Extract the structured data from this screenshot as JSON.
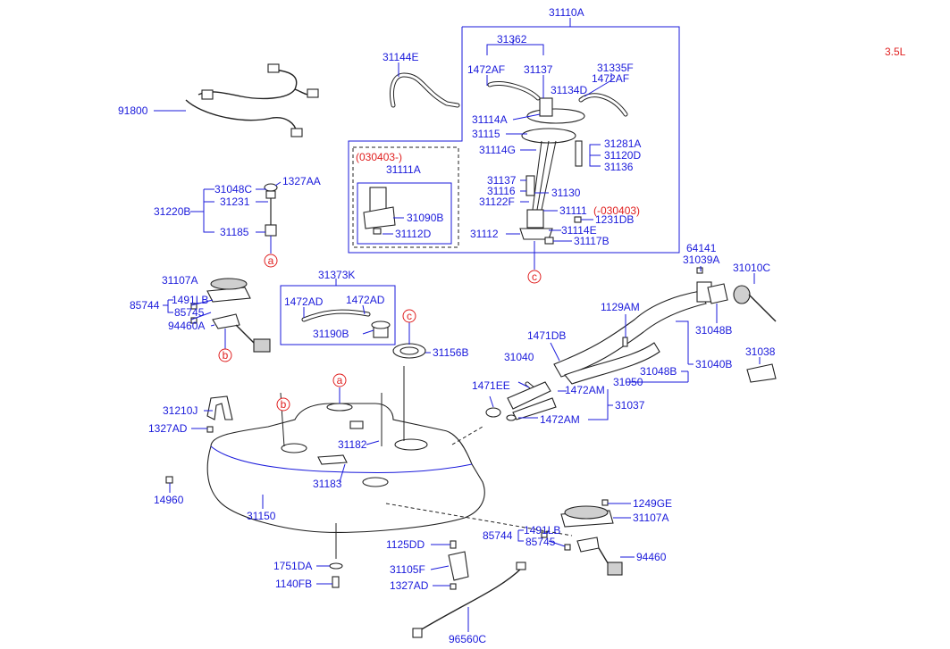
{
  "engine_label": "3.5L",
  "part_numbers": {
    "p31110A": "31110A",
    "p31362": "31362",
    "p31144E": "31144E",
    "p1472AF_1": "1472AF",
    "p31137_1": "31137",
    "p31335F": "31335F",
    "p1472AF_2": "1472AF",
    "p31134D": "31134D",
    "p91800": "91800",
    "p31114A": "31114A",
    "p31115": "31115",
    "p31114G": "31114G",
    "p31281A": "31281A",
    "p31120D": "31120D",
    "p31136": "31136",
    "p31111A": "31111A",
    "p31048C": "31048C",
    "p1327AA": "1327AA",
    "p31231": "31231",
    "p31220B": "31220B",
    "p31185": "31185",
    "p31090B": "31090B",
    "p31112D": "31112D",
    "p31137_2": "31137",
    "p31116": "31116",
    "p31122F": "31122F",
    "p31130": "31130",
    "p31111": "31111",
    "p1231DB": "1231DB",
    "p31112": "31112",
    "p31114E": "31114E",
    "p31117B": "31117B",
    "p64141": "64141",
    "p31039A": "31039A",
    "p31010C": "31010C",
    "p31107A_1": "31107A",
    "p31373K": "31373K",
    "p1472AD_1": "1472AD",
    "p1472AD_2": "1472AD",
    "p85744_1": "85744",
    "p1491LB_1": "1491LB",
    "p85745_1": "85745",
    "p94460A": "94460A",
    "p31190B": "31190B",
    "p31156B": "31156B",
    "p1129AM": "1129AM",
    "p31048B_1": "31048B",
    "p1471DB": "1471DB",
    "p31040": "31040",
    "p31048B_2": "31048B",
    "p31040B": "31040B",
    "p31038": "31038",
    "p31050": "31050",
    "p1471EE": "1471EE",
    "p1472AM_1": "1472AM",
    "p31037": "31037",
    "p1472AM_2": "1472AM",
    "p31210J": "31210J",
    "p1327AD_1": "1327AD",
    "p31182": "31182",
    "p31183": "31183",
    "p14960": "14960",
    "p31150": "31150",
    "p1249GE": "1249GE",
    "p31107A_2": "31107A",
    "p85744_2": "85744",
    "p1491LB_2": "1491LB",
    "p85745_2": "85745",
    "p94460": "94460",
    "p1125DD": "1125DD",
    "p31105F": "31105F",
    "p1327AD_2": "1327AD",
    "p1751DA": "1751DA",
    "p1140FB": "1140FB",
    "p96560C": "96560C"
  },
  "red_notes": {
    "date_range_1": "(030403-)",
    "date_range_2": "(-030403)"
  },
  "callouts": {
    "a1": "a",
    "a2": "a",
    "b1": "b",
    "b2": "b",
    "c1": "c",
    "c2": "c"
  },
  "colors": {
    "label": "#1a1adb",
    "callout": "#e02020",
    "drawing": "#222222"
  }
}
